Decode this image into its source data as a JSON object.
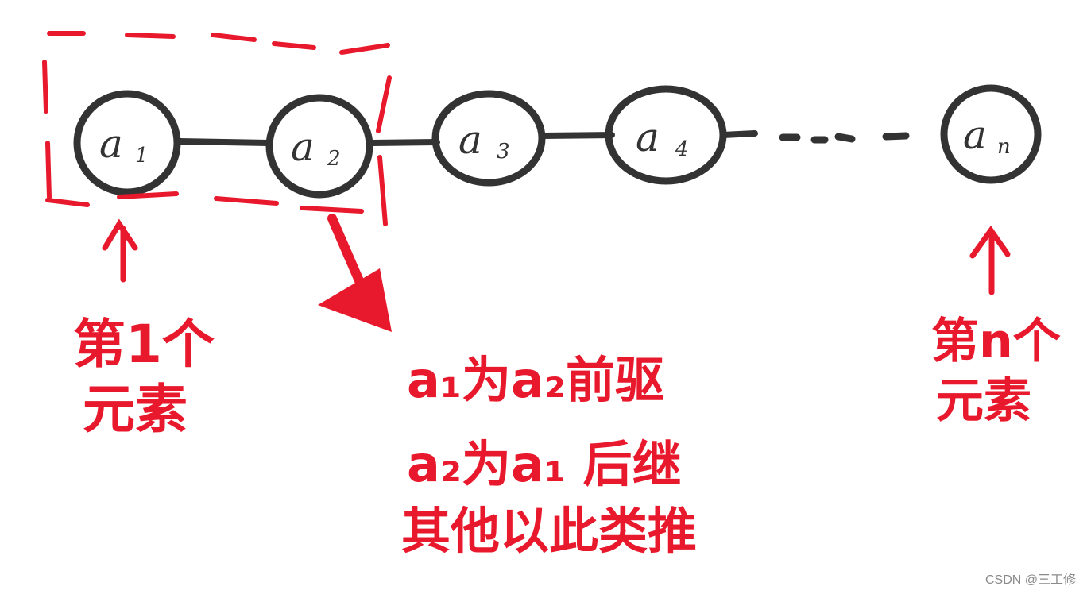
{
  "colors": {
    "node_stroke": "#333333",
    "annotation": "#e8192c",
    "watermark": "#8a8a8a"
  },
  "nodes": [
    {
      "letter": "a",
      "sub": "1"
    },
    {
      "letter": "a",
      "sub": "2"
    },
    {
      "letter": "a",
      "sub": "3"
    },
    {
      "letter": "a",
      "sub": "4"
    },
    {
      "letter": "a",
      "sub": "n"
    }
  ],
  "first_element": {
    "line1": "第1个",
    "line2": "元素"
  },
  "nth_element": {
    "line1": "第n个",
    "line2": "元素"
  },
  "relation": {
    "line1": "a₁为a₂前驱",
    "line2": "a₂为a₁ 后继",
    "line3": "其他以此类推"
  },
  "watermark": "CSDN @三工修"
}
